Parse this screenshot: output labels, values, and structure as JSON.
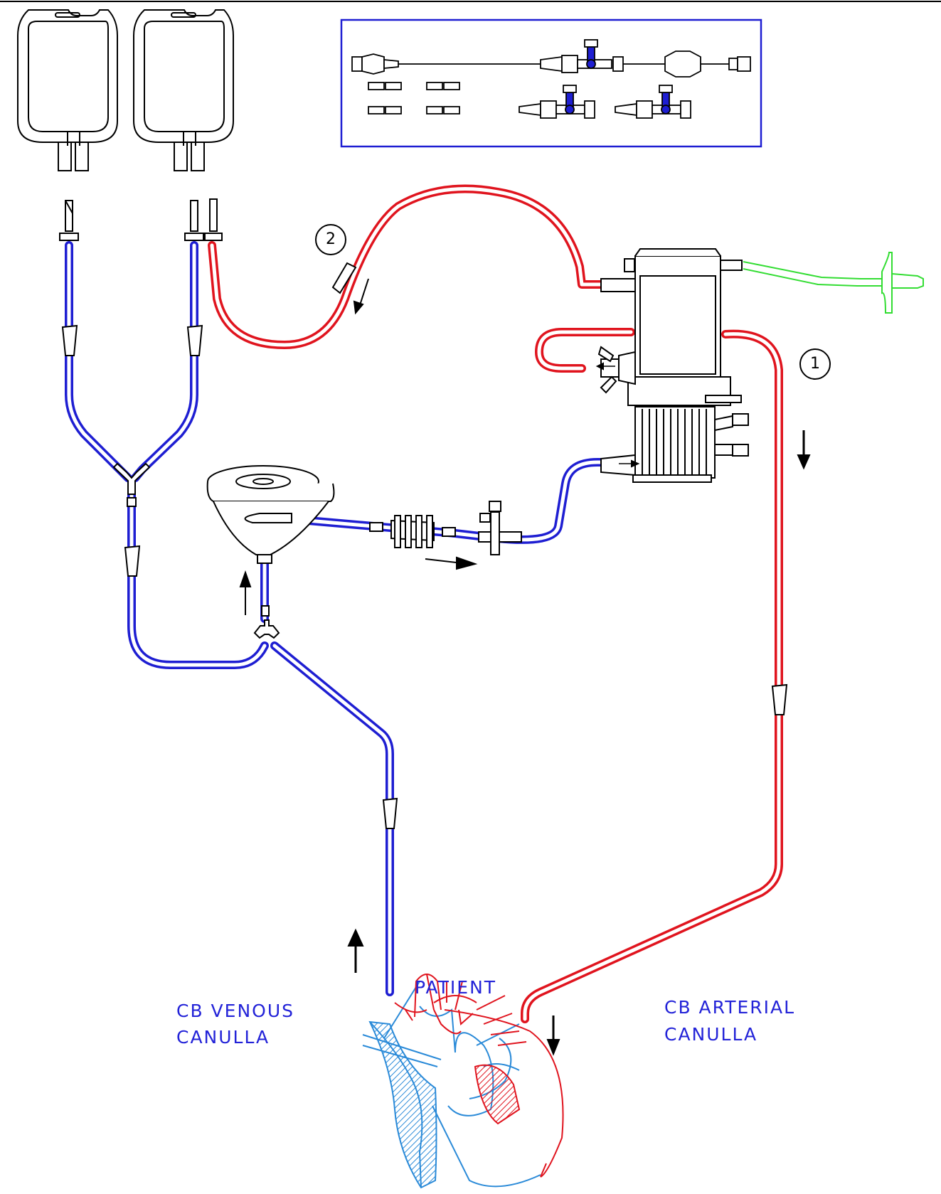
{
  "labels": {
    "patient": "PATIENT",
    "venous_line1": "CB VENOUS",
    "venous_line2": "CANULLA",
    "arterial_line1": "CB ARTERIAL",
    "arterial_line2": "CANULLA"
  },
  "markers": {
    "circuit_1": "1",
    "circuit_2": "2"
  },
  "colors": {
    "arterial_line": "#e0141e",
    "venous_line": "#1e1ed2",
    "gas_line": "#33dd33",
    "heart_venous": "#2a8ad8",
    "outline": "#000000",
    "label_text": "#2323d8"
  }
}
